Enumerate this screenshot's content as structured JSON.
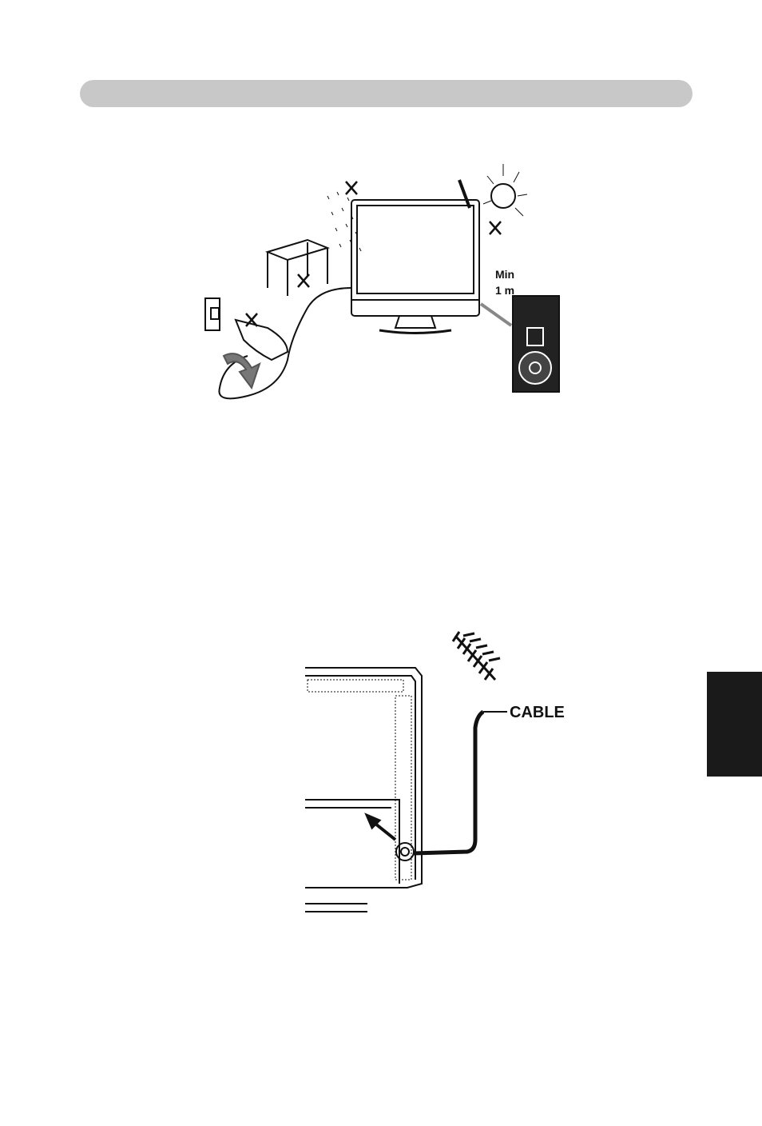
{
  "figure_safety": {
    "distance_label_line1": "Min",
    "distance_label_line2": "1 m"
  },
  "figure_antenna": {
    "cable_label": "CABLE"
  },
  "colors": {
    "header_bar": "#c8c8c8",
    "side_tab": "#1a1a1a",
    "line_art": "#111111"
  }
}
